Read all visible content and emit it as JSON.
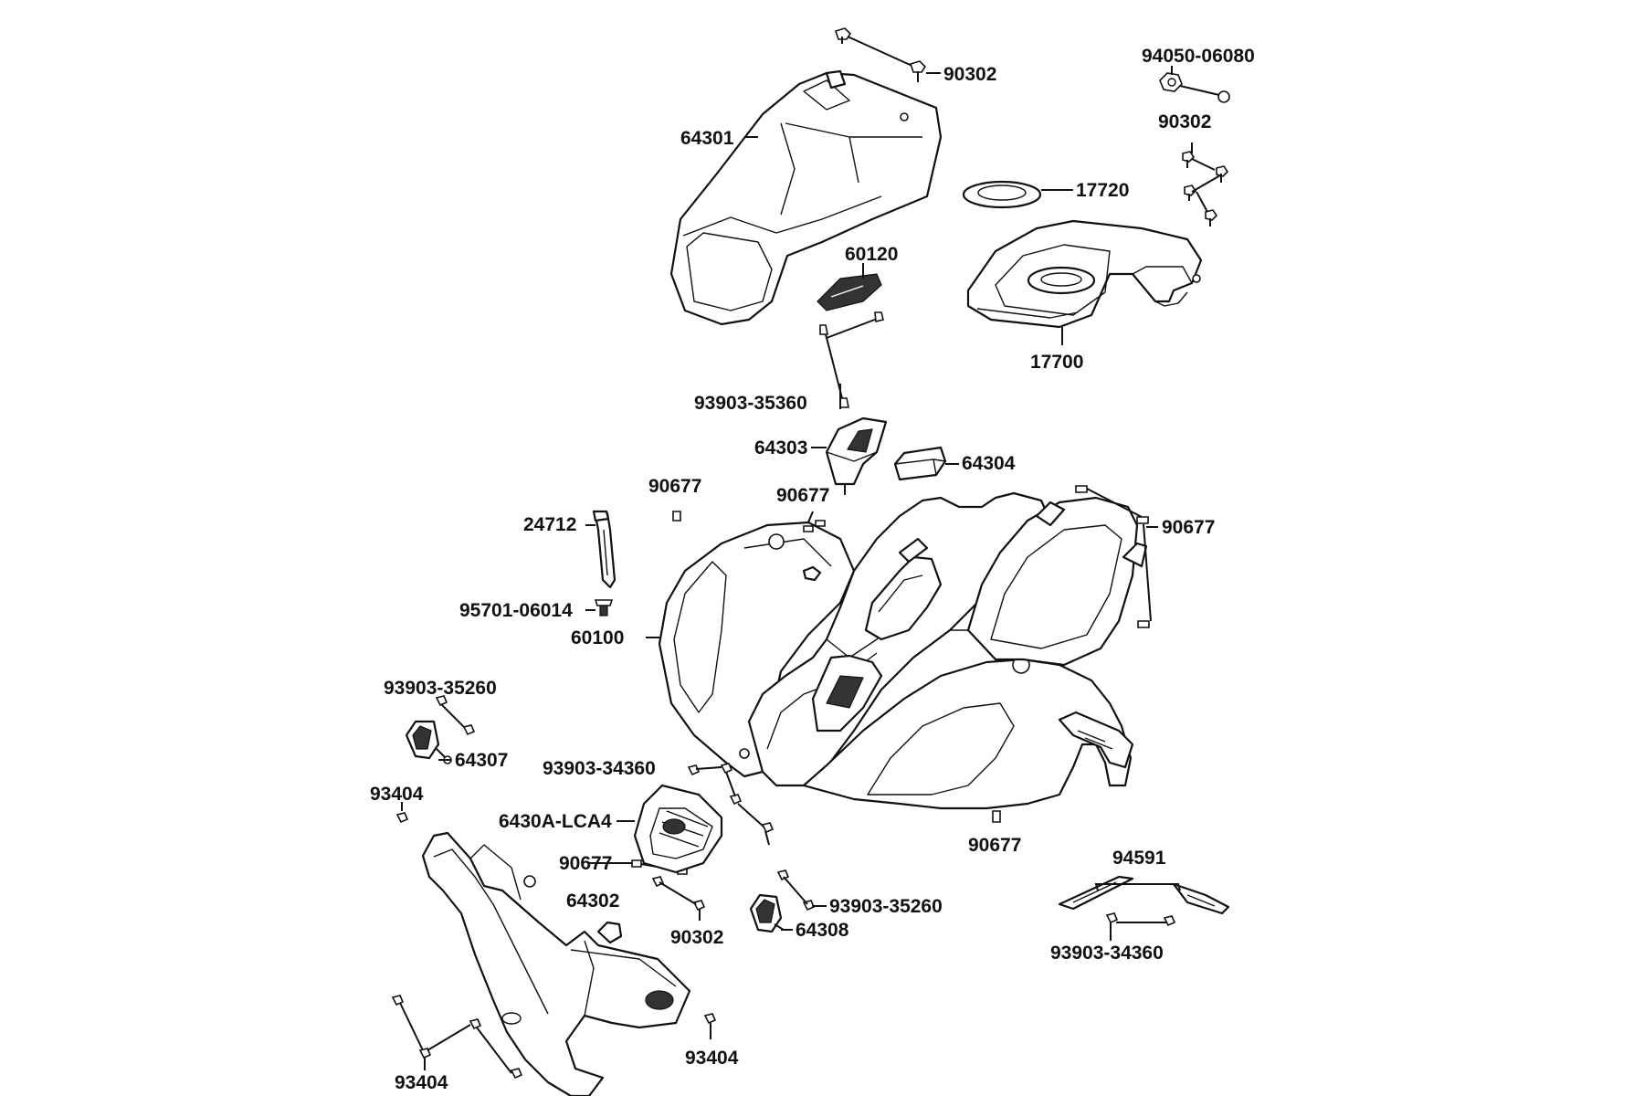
{
  "parts": {
    "p64301": "64301",
    "p90302_top": "90302",
    "p94050": "94050-06080",
    "p90302_right": "90302",
    "p17720": "17720",
    "p60120": "60120",
    "p17700": "17700",
    "p93903_35360": "93903-35360",
    "p64303": "64303",
    "p64304": "64304",
    "p90677_a": "90677",
    "p90677_b": "90677",
    "p90677_c": "90677",
    "p24712": "24712",
    "p95701": "95701-06014",
    "p60100": "60100",
    "p93903_35260_l": "93903-35260",
    "p64307": "64307",
    "p93903_34360_m": "93903-34360",
    "p93404_l": "93404",
    "p6430A": "6430A-LCA4",
    "p90677_d": "90677",
    "p90677_e": "90677",
    "p64302": "64302",
    "p90302_bot": "90302",
    "p93903_35260_r": "93903-35260",
    "p64308": "64308",
    "p94591": "94591",
    "p93903_34360_r": "93903-34360",
    "p93404_m": "93404",
    "p93404_b": "93404"
  },
  "colors": {
    "line": "#111111",
    "background": "#ffffff"
  }
}
